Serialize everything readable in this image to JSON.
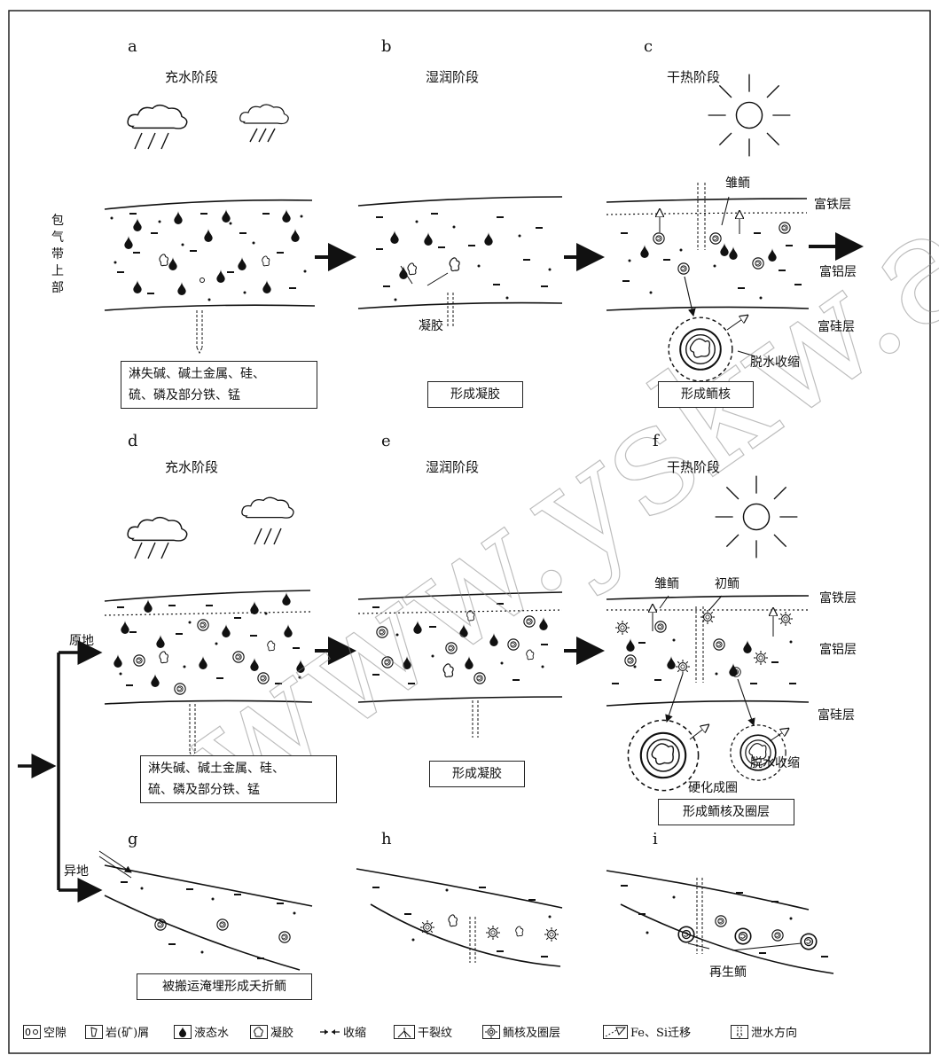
{
  "panels": {
    "a": {
      "letter": "a",
      "stage": "充水阶段"
    },
    "b": {
      "letter": "b",
      "stage": "湿润阶段"
    },
    "c": {
      "letter": "c",
      "stage": "干热阶段"
    },
    "d": {
      "letter": "d",
      "stage": "充水阶段"
    },
    "e": {
      "letter": "e",
      "stage": "湿润阶段"
    },
    "f": {
      "letter": "f",
      "stage": "干热阶段"
    },
    "g": {
      "letter": "g"
    },
    "h": {
      "letter": "h"
    },
    "i": {
      "letter": "i"
    }
  },
  "side_labels": {
    "vadose_zone_upper": "包气带上部",
    "in_situ": "原地",
    "allochthonous": "异地"
  },
  "layers": {
    "iron_rich": "富铁层",
    "aluminum_rich": "富铝层",
    "silicon_rich": "富硅层"
  },
  "annotations": {
    "cone_oolite": "雏鲕",
    "initial_oolite": "初鲕",
    "gel": "凝胶",
    "dehydration_shrink": "脱水收缩",
    "harden_ring": "硬化成圈",
    "regenerated_oolite": "再生鲕"
  },
  "boxes": {
    "a_line1": "淋失碱、碱土金属、硅、",
    "a_line2": "硫、磷及部分铁、锰",
    "b": "形成凝胶",
    "c": "形成鲕核",
    "d_line1": "淋失碱、碱土金属、硅、",
    "d_line2": "硫、磷及部分铁、锰",
    "e": "形成凝胶",
    "f": "形成鲕核及圈层",
    "g": "被搬运淹埋形成夭折鲕"
  },
  "legend": [
    {
      "icon": "pore-icon",
      "label": "空隙"
    },
    {
      "icon": "rock-debris-icon",
      "label": "岩(矿)屑"
    },
    {
      "icon": "liquid-water-icon",
      "label": "液态水"
    },
    {
      "icon": "gel-icon",
      "label": "凝胶"
    },
    {
      "icon": "shrink-icon",
      "label": "收缩"
    },
    {
      "icon": "dry-crack-icon",
      "label": "干裂纹"
    },
    {
      "icon": "oolite-core-ring-icon",
      "label": "鲕核及圈层"
    },
    {
      "icon": "fe-si-migration-icon",
      "label": "Fe、Si迁移"
    },
    {
      "icon": "drainage-direction-icon",
      "label": "泄水方向"
    }
  ],
  "watermark": "www.yskw.ac.cn"
}
